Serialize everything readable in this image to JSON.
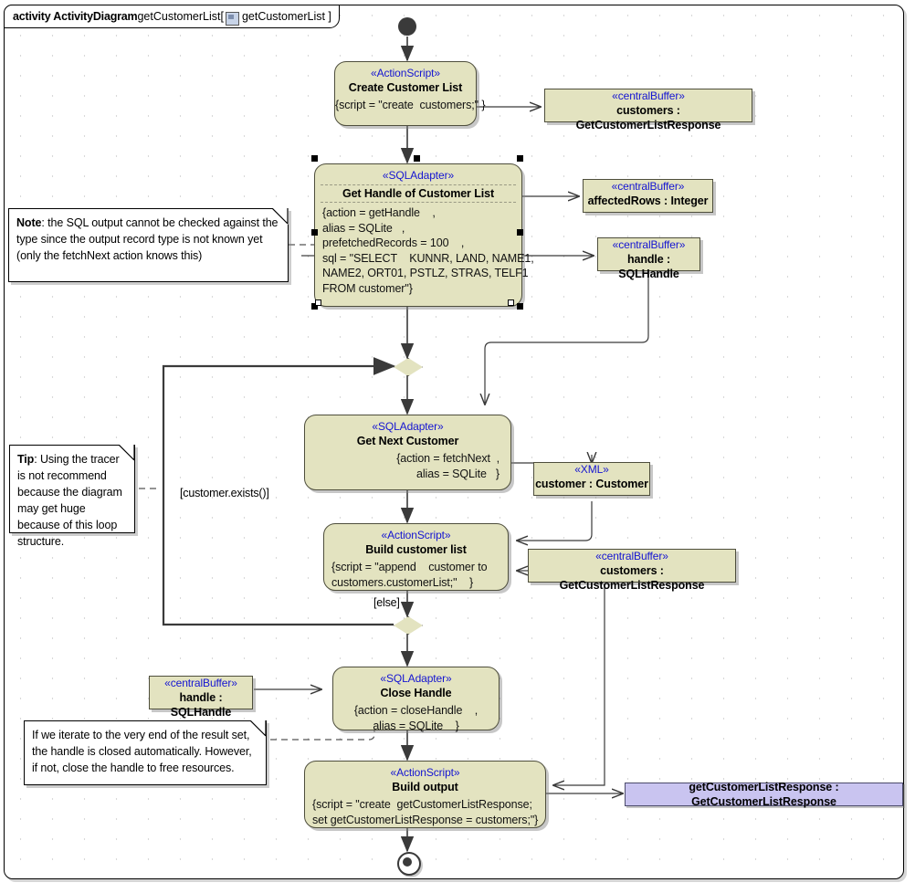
{
  "frame": {
    "keyword": "activity ActivityDiagram",
    "name": "getCustomerList[",
    "icon": "activity-icon",
    "param": "getCustomerList ]"
  },
  "nodes": {
    "create_customer_list": {
      "stereotype": "«ActionScript»",
      "name": "Create Customer List",
      "props": "{script = \"create  customers;\" }"
    },
    "get_handle": {
      "stereotype": "«SQLAdapter»",
      "name": "Get Handle of Customer List",
      "props": "{action = getHandle    ,\nalias = SQLite   ,\nprefetchedRecords = 100    ,\nsql = \"SELECT    KUNNR, LAND, NAME1,\nNAME2, ORT01, PSTLZ, STRAS, TELF1\nFROM customer\"}"
    },
    "get_next_customer": {
      "stereotype": "«SQLAdapter»",
      "name": "Get Next Customer",
      "props": "{action = fetchNext  ,\nalias = SQLite   }"
    },
    "build_customer_list": {
      "stereotype": "«ActionScript»",
      "name": "Build customer list",
      "props": "{script = \"append    customer to\ncustomers.customerList;\"    }"
    },
    "close_handle": {
      "stereotype": "«SQLAdapter»",
      "name": "Close Handle",
      "props": "{action = closeHandle    ,\nalias = SQLite    }"
    },
    "build_output": {
      "stereotype": "«ActionScript»",
      "name": "Build output",
      "props": "{script = \"create  getCustomerListResponse;\nset getCustomerListResponse = customers;\"}"
    }
  },
  "buffers": {
    "customers_top": {
      "stereotype": "«centralBuffer»",
      "name": "customers : GetCustomerListResponse"
    },
    "affected_rows": {
      "stereotype": "«centralBuffer»",
      "name": "affectedRows : Integer"
    },
    "handle_right": {
      "stereotype": "«centralBuffer»",
      "name": "handle : SQLHandle"
    },
    "customer_xml": {
      "stereotype": "«XML»",
      "name": "customer : Customer"
    },
    "customers_mid": {
      "stereotype": "«centralBuffer»",
      "name": "customers : GetCustomerListResponse"
    },
    "handle_left": {
      "stereotype": "«centralBuffer»",
      "name": "handle : SQLHandle"
    }
  },
  "output_param": {
    "name": "getCustomerListResponse : GetCustomerListResponse"
  },
  "notes": {
    "sql_note": {
      "lead": "Note",
      "text": ": the SQL output cannot be checked against the type since the output record type is not known yet (only the fetchNext action knows this)"
    },
    "tip_note": {
      "lead": "Tip",
      "text": ": Using the tracer is not recommend because the diagram may get huge because of this loop structure."
    },
    "handle_note": {
      "lead": "",
      "text": "If we iterate to the very end of the result set, the handle is closed automatically. However, if not, close the handle to free resources."
    }
  },
  "guards": {
    "loop": "[customer.exists()]",
    "else": "[else]"
  },
  "colors": {
    "node_fill": "#e3e3c0",
    "node_border": "#4e4e3c",
    "stereotype": "#1414d2",
    "output_param_fill": "#c9c4f0",
    "edge": "#3a3a3a"
  }
}
